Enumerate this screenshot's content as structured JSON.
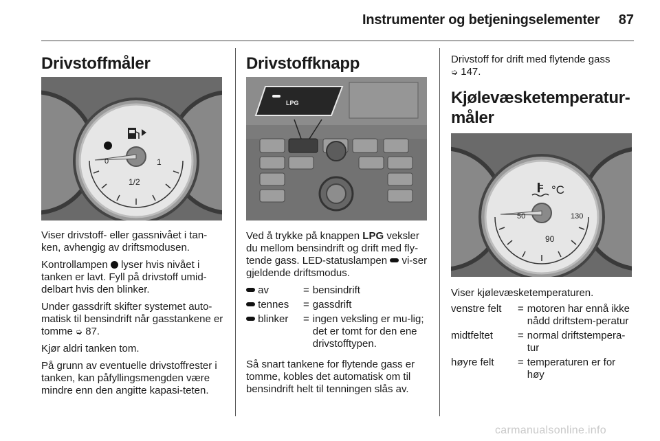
{
  "header": {
    "title": "Instrumenter og betjeningselementer",
    "page": "87"
  },
  "col1": {
    "heading": "Drivstoffmåler",
    "gauge": {
      "label_0": "0",
      "label_half": "1/2",
      "label_1": "1"
    },
    "p1": "Viser drivstoff- eller gassnivået i tan-ken, avhengig av driftsmodusen.",
    "p2_before": "Kontrollampen",
    "p2_after": "lyser hvis nivået i tanken er lavt. Fyll på drivstoff umid-delbart hvis den blinker.",
    "p3_before": "Under gassdrift skifter systemet auto-matisk til bensindrift når gasstankene er tomme",
    "p3_ref": "87.",
    "p4": "Kjør aldri tanken tom.",
    "p5": "På grunn av eventuelle drivstoffrester i tanken, kan påfyllingsmengden være mindre enn den angitte kapasi-teten."
  },
  "col2": {
    "heading": "Drivstoffknapp",
    "button_label": "LPG",
    "p1_before": "Ved å trykke på knappen",
    "p1_bold": "LPG",
    "p1_after": "veksler du mellom bensindrift og drift med fly-tende gass. LED-statuslampen",
    "p1_end": "vi-ser gjeldende driftsmodus.",
    "defs": [
      {
        "term": "av",
        "eq": "=",
        "desc": "bensindrift"
      },
      {
        "term": "tennes",
        "eq": "=",
        "desc": "gassdrift"
      },
      {
        "term": "blinker",
        "eq": "=",
        "desc": "ingen veksling er mu-lig; det er tomt for den ene drivstofftypen."
      }
    ],
    "p2": "Så snart tankene for flytende gass er tomme, kobles det automatisk om til bensindrift helt til tenningen slås av."
  },
  "col3": {
    "intro": "Drivstoff for drift med flytende gass",
    "intro_ref": "147.",
    "heading_line1": "Kjølevæsketemperatur-",
    "heading_line2": "måler",
    "gauge": {
      "unit": "°C",
      "label_50": "50",
      "label_90": "90",
      "label_130": "130"
    },
    "p1": "Viser kjølevæsketemperaturen.",
    "defs": [
      {
        "term": "venstre felt",
        "eq": "=",
        "desc": "motoren har ennå ikke nådd driftstem-peratur"
      },
      {
        "term": "midtfeltet",
        "eq": "=",
        "desc": "normal driftstempera-tur"
      },
      {
        "term": "høyre felt",
        "eq": "=",
        "desc": "temperaturen er for høy"
      }
    ]
  },
  "ref_arrow": "➭",
  "watermark": "carmanualsonline.info"
}
